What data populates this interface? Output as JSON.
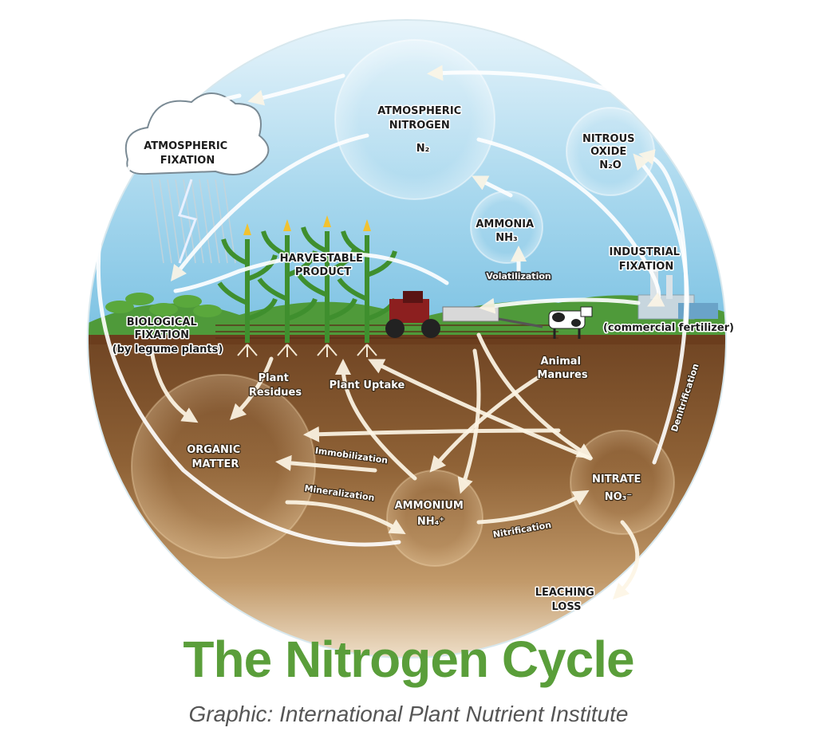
{
  "title": "The Nitrogen Cycle",
  "credit": "Graphic: International Plant Nutrient Institute",
  "colors": {
    "title": "#5a9e3a",
    "sky": "#9fd3ec",
    "soil": "#8a5a2e",
    "grass": "#4f9a3a"
  },
  "labels": {
    "atmospheric_nitrogen": [
      "ATMOSPHERIC",
      "NITROGEN",
      "N₂"
    ],
    "atmospheric_fixation": [
      "ATMOSPHERIC",
      "FIXATION"
    ],
    "nitrous_oxide": [
      "NITROUS",
      "OXIDE",
      "N₂O"
    ],
    "ammonia": [
      "AMMONIA",
      "NH₃"
    ],
    "industrial_fixation": [
      "INDUSTRIAL",
      "FIXATION"
    ],
    "harvestable_product": [
      "HARVESTABLE",
      "PRODUCT"
    ],
    "biological_fixation": [
      "BIOLOGICAL",
      "FIXATION",
      "(by legume plants)"
    ],
    "commercial_fertilizer": "(commercial fertilizer)",
    "volatilization": "Volatilization",
    "plant_residues": [
      "Plant",
      "Residues"
    ],
    "plant_uptake": "Plant Uptake",
    "animal_manures": [
      "Animal",
      "Manures"
    ],
    "denitrification": "Denitrification",
    "organic_matter": [
      "ORGANIC",
      "MATTER"
    ],
    "immobilization": "Immobilization",
    "mineralization": "Mineralization",
    "ammonium": [
      "AMMONIUM",
      "NH₄⁺"
    ],
    "nitrate": [
      "NITRATE",
      "NO₃⁻"
    ],
    "nitrification": "Nitrification",
    "leaching_loss": [
      "LEACHING",
      "LOSS"
    ]
  }
}
